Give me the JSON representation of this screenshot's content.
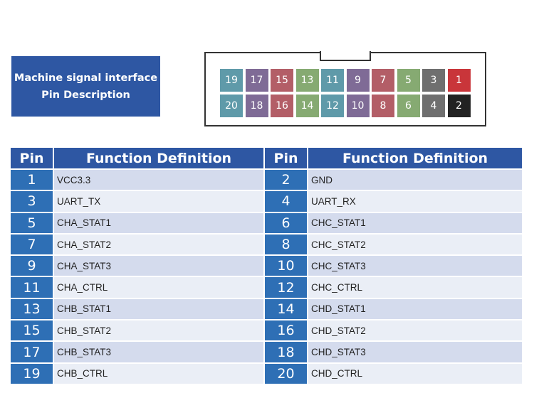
{
  "title": {
    "line1": "Machine signal interface",
    "line2": "Pin Description"
  },
  "connector": {
    "top_row": [
      {
        "num": "19",
        "color": "#5f9aa9"
      },
      {
        "num": "17",
        "color": "#7f6b96"
      },
      {
        "num": "15",
        "color": "#b35e67"
      },
      {
        "num": "13",
        "color": "#86aa72"
      },
      {
        "num": "11",
        "color": "#5f9aa9"
      },
      {
        "num": "9",
        "color": "#7f6b96"
      },
      {
        "num": "7",
        "color": "#b35e67"
      },
      {
        "num": "5",
        "color": "#86aa72"
      },
      {
        "num": "3",
        "color": "#6f6f6f"
      },
      {
        "num": "1",
        "color": "#c9353a"
      }
    ],
    "bottom_row": [
      {
        "num": "20",
        "color": "#5f9aa9"
      },
      {
        "num": "18",
        "color": "#7f6b96"
      },
      {
        "num": "16",
        "color": "#b35e67"
      },
      {
        "num": "14",
        "color": "#86aa72"
      },
      {
        "num": "12",
        "color": "#5f9aa9"
      },
      {
        "num": "10",
        "color": "#7f6b96"
      },
      {
        "num": "8",
        "color": "#b35e67"
      },
      {
        "num": "6",
        "color": "#86aa72"
      },
      {
        "num": "4",
        "color": "#6f6f6f"
      },
      {
        "num": "2",
        "color": "#222222"
      }
    ]
  },
  "table": {
    "pin_header": "Pin",
    "function_header": "Function Definition",
    "left_rows": [
      {
        "pin": "1",
        "func": "VCC3.3"
      },
      {
        "pin": "3",
        "func": "UART_TX"
      },
      {
        "pin": "5",
        "func": "CHA_STAT1"
      },
      {
        "pin": "7",
        "func": "CHA_STAT2"
      },
      {
        "pin": "9",
        "func": "CHA_STAT3"
      },
      {
        "pin": "11",
        "func": "CHA_CTRL"
      },
      {
        "pin": "13",
        "func": "CHB_STAT1"
      },
      {
        "pin": "15",
        "func": "CHB_STAT2"
      },
      {
        "pin": "17",
        "func": "CHB_STAT3"
      },
      {
        "pin": "19",
        "func": "CHB_CTRL"
      }
    ],
    "right_rows": [
      {
        "pin": "2",
        "func": "GND"
      },
      {
        "pin": "4",
        "func": "UART_RX"
      },
      {
        "pin": "6",
        "func": "CHC_STAT1"
      },
      {
        "pin": "8",
        "func": "CHC_STAT2"
      },
      {
        "pin": "10",
        "func": "CHC_STAT3"
      },
      {
        "pin": "12",
        "func": "CHC_CTRL"
      },
      {
        "pin": "14",
        "func": "CHD_STAT1"
      },
      {
        "pin": "16",
        "func": "CHD_STAT2"
      },
      {
        "pin": "18",
        "func": "CHD_STAT3"
      },
      {
        "pin": "20",
        "func": "CHD_CTRL"
      }
    ]
  }
}
